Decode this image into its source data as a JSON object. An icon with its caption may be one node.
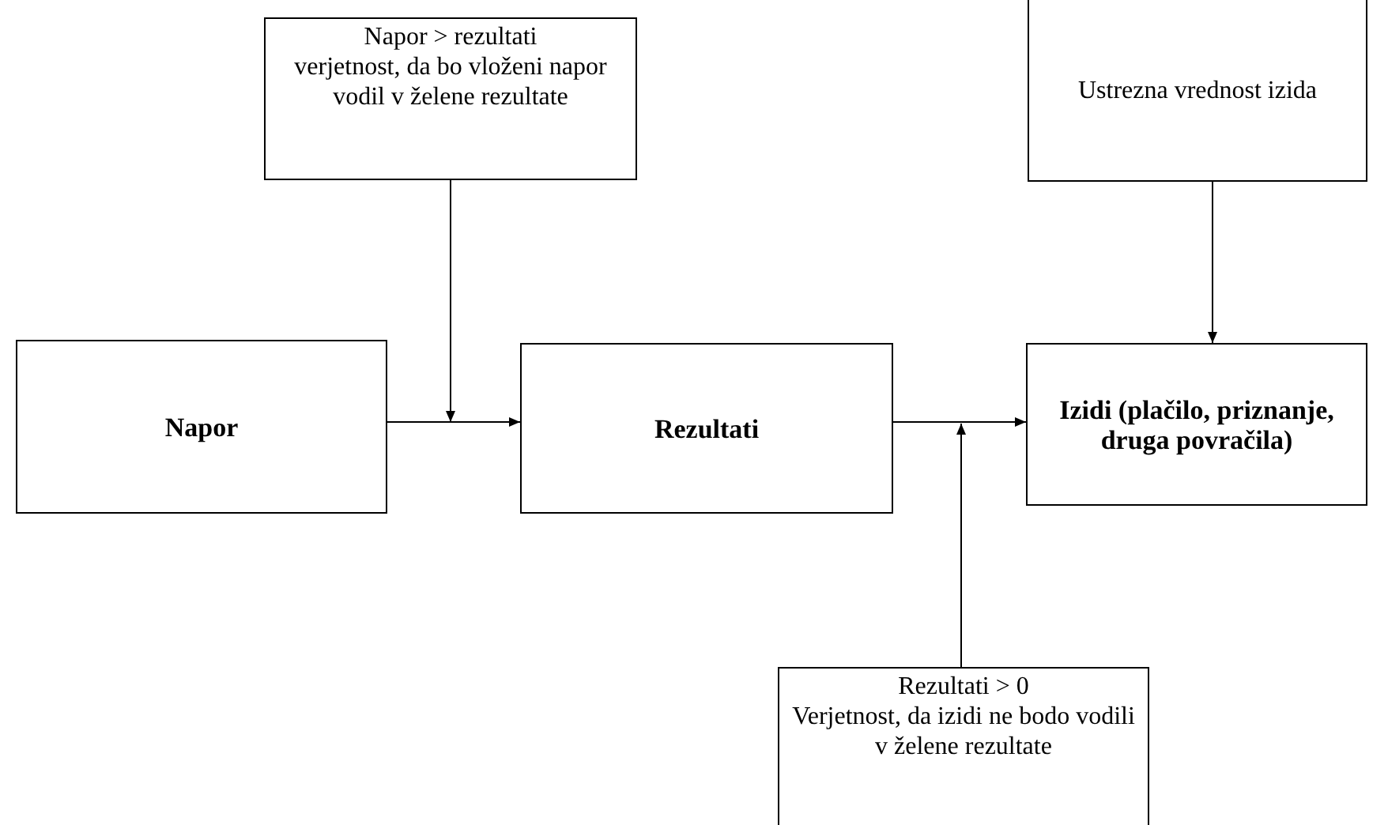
{
  "diagram": {
    "nodes": [
      {
        "text": [
          "Napor"
        ]
      },
      {
        "text": [
          "Rezultati"
        ]
      },
      {
        "text": [
          "Izidi (plačilo, priznanje, druga povračila)"
        ]
      },
      {
        "text": [
          "Napor > rezultati",
          "verjetnost, da bo vloženi napor vodil v želene rezultate"
        ]
      },
      {
        "text": [
          "Ustrezna vrednost izida"
        ]
      },
      {
        "text": [
          "Rezultati > 0",
          "Verjetnost, da izidi ne bodo vodili v želene rezultate"
        ]
      }
    ],
    "edges": [
      {
        "from": 0,
        "to": 1,
        "arrow": "to"
      },
      {
        "from": 3,
        "to": null,
        "arrow": "to"
      },
      {
        "from": 1,
        "to": 2,
        "arrow": "to"
      },
      {
        "from": 5,
        "to": null,
        "arrow": "to"
      },
      {
        "from": 4,
        "to": 2,
        "arrow": "to"
      }
    ]
  }
}
